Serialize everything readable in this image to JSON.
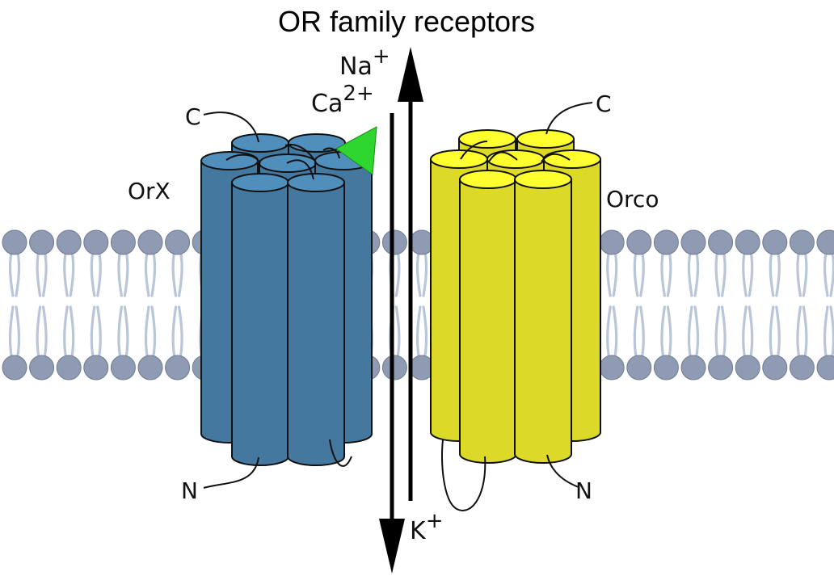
{
  "title": "OR family receptors",
  "ions": {
    "na": "Na",
    "na_charge": "+",
    "ca": "Ca",
    "ca_charge": "2+",
    "k": "K",
    "k_charge": "+"
  },
  "orx": {
    "name": "OrX",
    "c_terminus": "C",
    "n_terminus": "N",
    "color": "#44789f"
  },
  "orco": {
    "name": "Orco",
    "c_terminus": "C",
    "n_terminus": "N",
    "color": "#dcd928"
  },
  "ligand": {
    "color": "#2fd62f"
  },
  "membrane": {
    "head_color": "#8f9bb3",
    "tail_color": "#b9c5d8"
  }
}
